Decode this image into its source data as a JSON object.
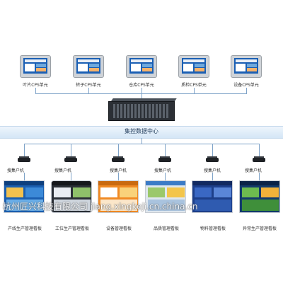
{
  "cps_units": [
    {
      "label": "叶片CPS单元"
    },
    {
      "label": "转子CPS单元"
    },
    {
      "label": "仓库CPS单元"
    },
    {
      "label": "质检CPS单元"
    },
    {
      "label": "设备CPS单元"
    }
  ],
  "data_center": {
    "label": "集控数据中心"
  },
  "gateways": [
    {
      "label": "搜集户机"
    },
    {
      "label": "搜集户机"
    },
    {
      "label": "搜集户机"
    },
    {
      "label": "搜集户机"
    },
    {
      "label": "搜集户机"
    },
    {
      "label": "搜集户机"
    }
  ],
  "boards": [
    {
      "label": "产线生产管理看板",
      "color": "#1b5fb0"
    },
    {
      "label": "工位生产管理看板",
      "color": "#2a2f36"
    },
    {
      "label": "设备管理看板",
      "color": "#f08a24"
    },
    {
      "label": "品质管理看板",
      "color": "#dfe7ee"
    },
    {
      "label": "物料管理看板",
      "color": "#1d3f8a"
    },
    {
      "label": "异常生产管理看板",
      "color": "#123a6b"
    }
  ],
  "watermark": "杭州匠兴科技有限公司 jiang.xingkeji.cn.china.cn",
  "colors": {
    "line": "#7fa3c8",
    "band": "#d4e6f6"
  }
}
